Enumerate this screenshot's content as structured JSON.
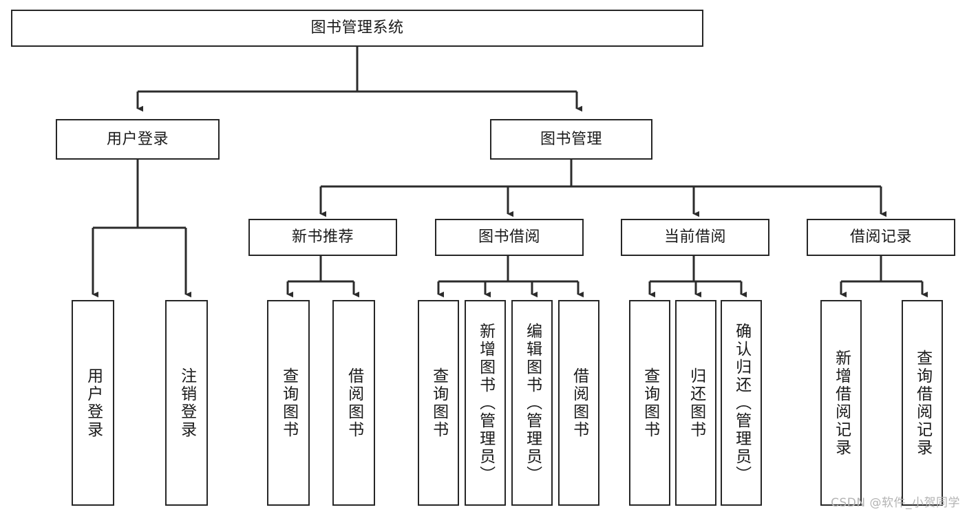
{
  "diagram": {
    "title": "图书管理系统",
    "type": "tree",
    "root": {
      "id": "root",
      "label": "图书管理系统",
      "orientation": "horizontal"
    },
    "level2": [
      {
        "id": "user-login",
        "label": "用户登录",
        "orientation": "horizontal"
      },
      {
        "id": "book-manage",
        "label": "图书管理",
        "orientation": "horizontal"
      }
    ],
    "level3": [
      {
        "id": "new-book-recommend",
        "label": "新书推荐",
        "parent": "book-manage",
        "orientation": "horizontal"
      },
      {
        "id": "book-borrow",
        "label": "图书借阅",
        "parent": "book-manage",
        "orientation": "horizontal"
      },
      {
        "id": "current-borrow",
        "label": "当前借阅",
        "parent": "book-manage",
        "orientation": "horizontal"
      },
      {
        "id": "borrow-record",
        "label": "借阅记录",
        "parent": "book-manage",
        "orientation": "horizontal"
      }
    ],
    "leaves": [
      {
        "id": "leaf-user-login",
        "label": "用户登录",
        "parent": "user-login",
        "orientation": "vertical"
      },
      {
        "id": "leaf-logout-login",
        "label": "注销登录",
        "parent": "user-login",
        "orientation": "vertical"
      },
      {
        "id": "leaf-query-book-1",
        "label": "查询图书",
        "parent": "new-book-recommend",
        "orientation": "vertical"
      },
      {
        "id": "leaf-borrow-book-1",
        "label": "借阅图书",
        "parent": "new-book-recommend",
        "orientation": "vertical"
      },
      {
        "id": "leaf-query-book-2",
        "label": "查询图书",
        "parent": "book-borrow",
        "orientation": "vertical"
      },
      {
        "id": "leaf-add-book",
        "label": "新增图书（管理员）",
        "parent": "book-borrow",
        "orientation": "vertical"
      },
      {
        "id": "leaf-edit-book",
        "label": "编辑图书（管理员）",
        "parent": "book-borrow",
        "orientation": "vertical"
      },
      {
        "id": "leaf-borrow-book-2",
        "label": "借阅图书",
        "parent": "book-borrow",
        "orientation": "vertical"
      },
      {
        "id": "leaf-query-book-3",
        "label": "查询图书",
        "parent": "current-borrow",
        "orientation": "vertical"
      },
      {
        "id": "leaf-return-book",
        "label": "归还图书",
        "parent": "current-borrow",
        "orientation": "vertical"
      },
      {
        "id": "leaf-confirm-return",
        "label": "确认归还（管理员）",
        "parent": "current-borrow",
        "orientation": "vertical"
      },
      {
        "id": "leaf-add-record",
        "label": "新增借阅记录",
        "parent": "borrow-record",
        "orientation": "vertical"
      },
      {
        "id": "leaf-query-record",
        "label": "查询借阅记录",
        "parent": "borrow-record",
        "orientation": "vertical"
      }
    ],
    "colors": {
      "border": "#262626",
      "text": "#1a1a1a",
      "background": "#ffffff",
      "edge": "#2b2b2b",
      "watermark": "#b3b3b3"
    }
  },
  "watermark": {
    "text": "CSDN @软件_小贺同学"
  }
}
